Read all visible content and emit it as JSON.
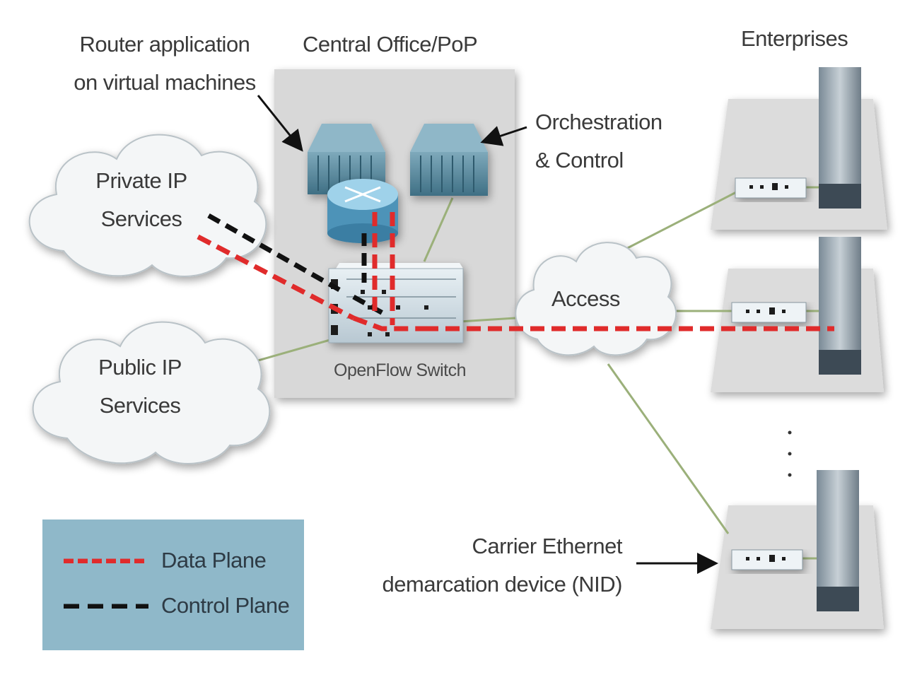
{
  "labels": {
    "router_app_line1": "Router application",
    "router_app_line2": "on virtual machines",
    "central_office": "Central Office/PoP",
    "enterprises": "Enterprises",
    "orchestration_line1": "Orchestration",
    "orchestration_line2": "& Control",
    "private_ip_line1": "Private IP",
    "private_ip_line2": "Services",
    "public_ip_line1": "Public IP",
    "public_ip_line2": "Services",
    "access": "Access",
    "openflow_switch": "OpenFlow Switch",
    "carrier_line1": "Carrier Ethernet",
    "carrier_line2": "demarcation device (NID)"
  },
  "legend": {
    "data_plane": "Data Plane",
    "control_plane": "Control Plane"
  },
  "colors": {
    "data_plane": "#e02b2b",
    "control_plane": "#111111",
    "link": "#9bb07a",
    "legend_bg": "#8fb8c9",
    "server": "#5f8ea3",
    "router": "#7fc0e0",
    "enclosure": "#d9d9d9"
  }
}
